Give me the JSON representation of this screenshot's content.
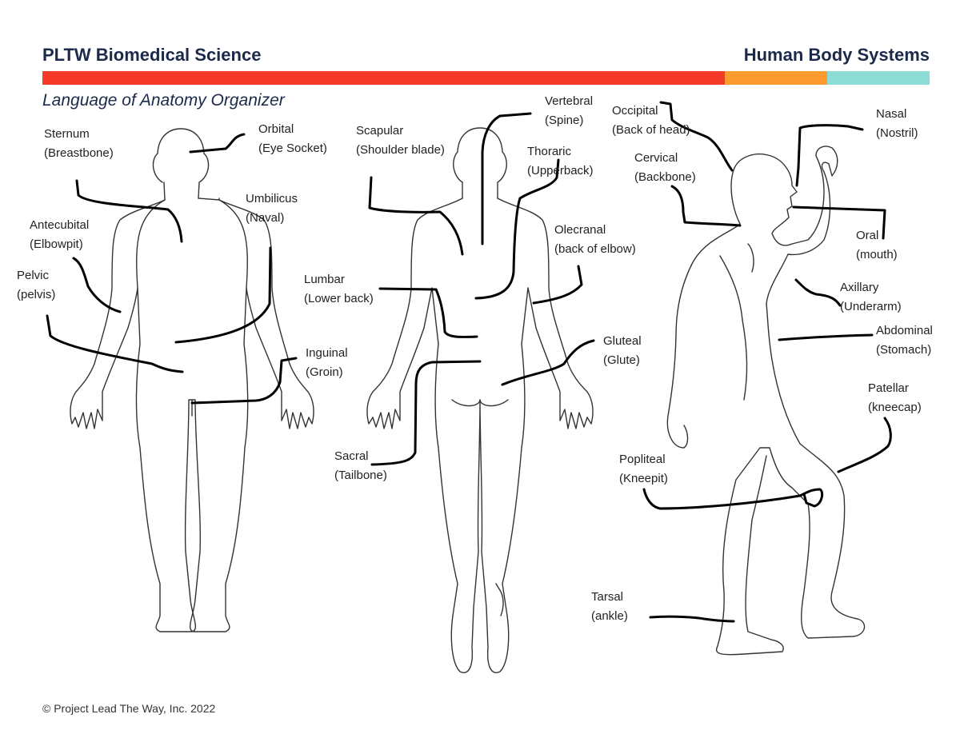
{
  "header": {
    "left_title": "PLTW Biomedical Science",
    "right_title": "Human Body Systems",
    "bar_colors": [
      "#f53a2a",
      "#fb9a2e",
      "#8ddcd6"
    ]
  },
  "subtitle": "Language of Anatomy Organizer",
  "labels": {
    "sternum": {
      "term": "Sternum",
      "meaning": "(Breastbone)"
    },
    "orbital": {
      "term": "Orbital",
      "meaning": "(Eye Socket)"
    },
    "umbilicus": {
      "term": "Umbilicus",
      "meaning": "(Naval)"
    },
    "antecubital": {
      "term": "Antecubital",
      "meaning": "(Elbowpit)"
    },
    "pelvic": {
      "term": "Pelvic",
      "meaning": "(pelvis)"
    },
    "inguinal": {
      "term": "Inguinal",
      "meaning": "(Groin)"
    },
    "scapular": {
      "term": "Scapular",
      "meaning": "(Shoulder blade)"
    },
    "vertebral": {
      "term": "Vertebral",
      "meaning": "(Spine)"
    },
    "thoraric": {
      "term": "Thoraric",
      "meaning": "(Upperback)"
    },
    "olecranal": {
      "term": "Olecranal",
      "meaning": "(back of elbow)"
    },
    "lumbar": {
      "term": "Lumbar",
      "meaning": "(Lower back)"
    },
    "gluteal": {
      "term": "Gluteal",
      "meaning": "(Glute)"
    },
    "sacral": {
      "term": "Sacral",
      "meaning": "(Tailbone)"
    },
    "occipital": {
      "term": "Occipital",
      "meaning": "(Back of head)"
    },
    "cervical": {
      "term": "Cervical",
      "meaning": "(Backbone)"
    },
    "nasal": {
      "term": "Nasal",
      "meaning": "(Nostril)"
    },
    "oral": {
      "term": "Oral",
      "meaning": "(mouth)"
    },
    "axillary": {
      "term": "Axillary",
      "meaning": "(Underarm)"
    },
    "abdominal": {
      "term": "Abdominal",
      "meaning": "(Stomach)"
    },
    "patellar": {
      "term": "Patellar",
      "meaning": "(kneecap)"
    },
    "popliteal": {
      "term": "Popliteal",
      "meaning": "(Kneepit)"
    },
    "tarsal": {
      "term": "Tarsal",
      "meaning": "(ankle)"
    }
  },
  "footer": "© Project Lead The Way, Inc. 2022"
}
